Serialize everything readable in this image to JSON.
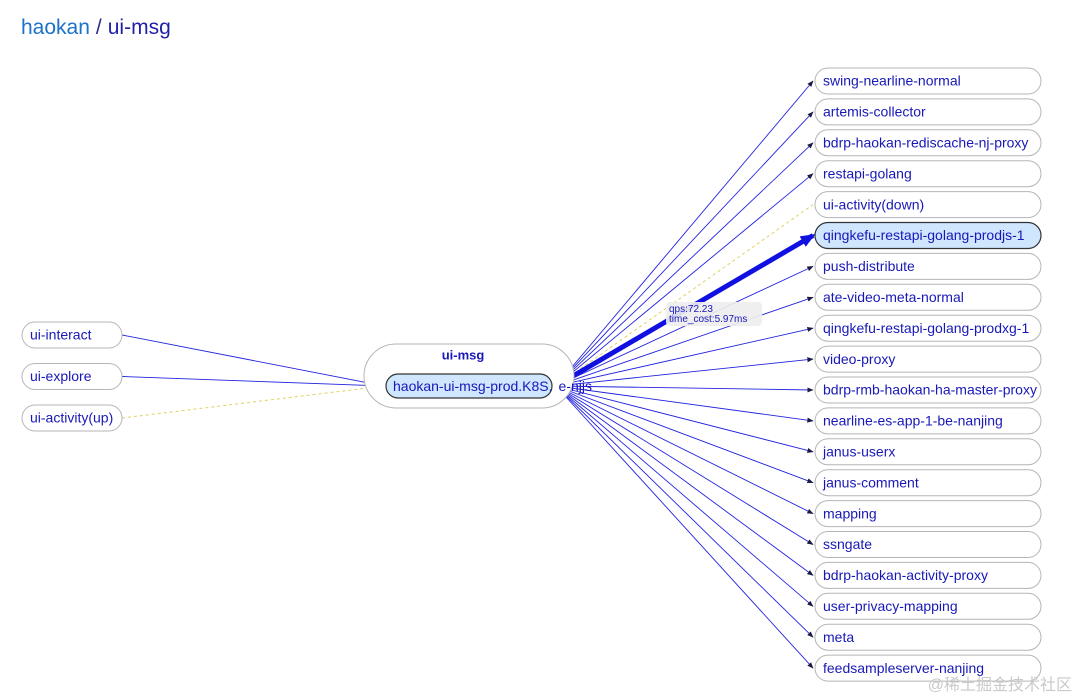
{
  "breadcrumb": {
    "parent": "haokan",
    "separator": "/",
    "current": "ui-msg"
  },
  "graph": {
    "cluster_title": "ui-msg",
    "center_node": "haokan-ui-msg-prod.K8S.",
    "center_suffix": "e-njjs",
    "upstream": [
      {
        "name": "ui-interact",
        "style": "solid"
      },
      {
        "name": "ui-explore",
        "style": "solid"
      },
      {
        "name": "ui-activity(up)",
        "style": "dashed"
      }
    ],
    "downstream": [
      {
        "name": "swing-nearline-normal",
        "style": "solid"
      },
      {
        "name": "artemis-collector",
        "style": "solid"
      },
      {
        "name": "bdrp-haokan-rediscache-nj-proxy",
        "style": "solid"
      },
      {
        "name": "restapi-golang",
        "style": "solid"
      },
      {
        "name": "ui-activity(down)",
        "style": "dashed"
      },
      {
        "name": "qingkefu-restapi-golang-prodjs-1",
        "style": "heavy",
        "selected": true
      },
      {
        "name": "push-distribute",
        "style": "solid"
      },
      {
        "name": "ate-video-meta-normal",
        "style": "solid"
      },
      {
        "name": "qingkefu-restapi-golang-prodxg-1",
        "style": "solid"
      },
      {
        "name": "video-proxy",
        "style": "solid"
      },
      {
        "name": "bdrp-rmb-haokan-ha-master-proxy",
        "style": "solid"
      },
      {
        "name": "nearline-es-app-1-be-nanjing",
        "style": "solid"
      },
      {
        "name": "janus-userx",
        "style": "solid"
      },
      {
        "name": "janus-comment",
        "style": "solid"
      },
      {
        "name": "mapping",
        "style": "solid"
      },
      {
        "name": "ssngate",
        "style": "solid"
      },
      {
        "name": "bdrp-haokan-activity-proxy",
        "style": "solid"
      },
      {
        "name": "user-privacy-mapping",
        "style": "solid"
      },
      {
        "name": "meta",
        "style": "solid"
      },
      {
        "name": "feedsampleserver-nanjing",
        "style": "solid"
      }
    ],
    "tooltip": {
      "qps": "qps:72.23",
      "time_cost": "time_cost:5.97ms"
    },
    "colors": {
      "edge": "#2323e0",
      "dashed_edge": "#e0d060",
      "node_text": "#1818b8",
      "selected_fill": "#cfe6ff",
      "breadcrumb_link": "#1a73c8"
    }
  },
  "watermark": "@稀土掘金技术社区"
}
